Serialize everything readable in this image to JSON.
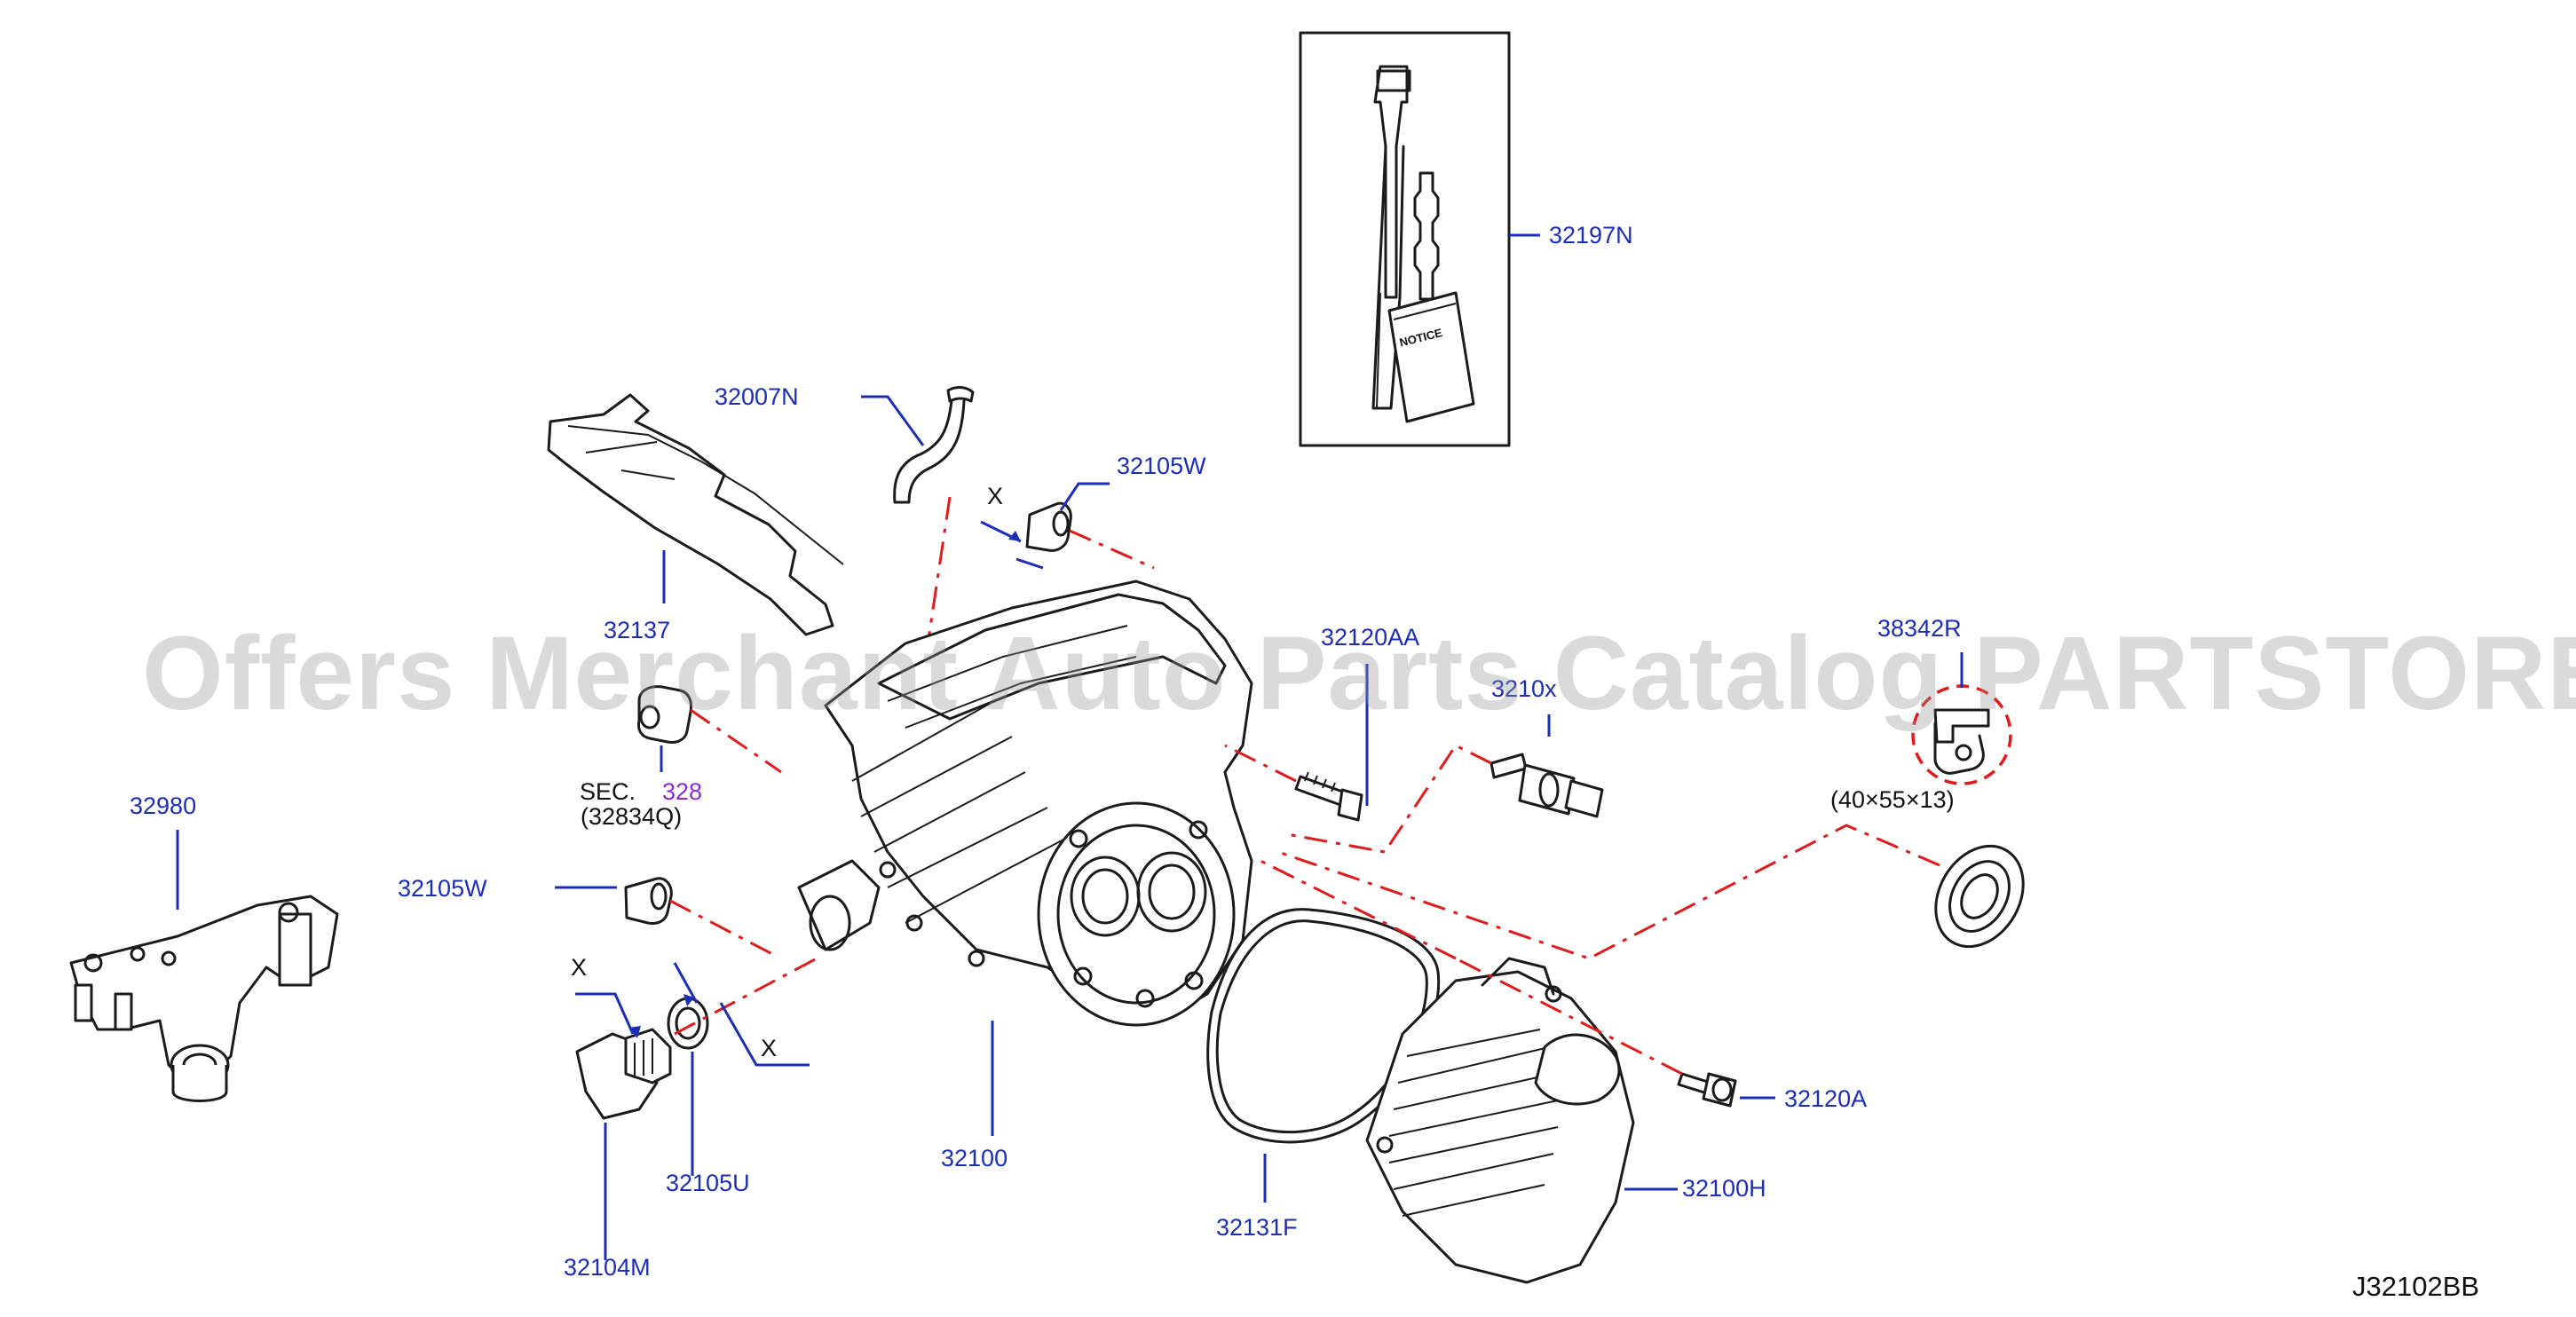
{
  "diagram_code": "J32102BB",
  "watermark": "Offers Merchant Auto Parts Catalog PARTSTORE.SA",
  "colors": {
    "label_blue": "#1c2db8",
    "callout_red": "#e01b1b",
    "section_purple": "#8a2bd6",
    "line_black": "#1b1b1b"
  },
  "parts": {
    "p32197N": "32197N",
    "p32007N": "32007N",
    "p32105W_top": "32105W",
    "p32137": "32137",
    "p32120AA": "32120AA",
    "p3210x": "3210x",
    "p38342R": "38342R",
    "bearing_size": "(40×55×13)",
    "p32980": "32980",
    "p32105W_left": "32105W",
    "p32100": "32100",
    "p32131F": "32131F",
    "p32100H": "32100H",
    "p32120A": "32120A",
    "p32105U": "32105U",
    "p32104M": "32104M"
  },
  "section_ref": {
    "prefix": "SEC.",
    "number": "328",
    "sub": "(32834Q)"
  },
  "markers": {
    "x1": "X",
    "x2": "X",
    "x3": "X"
  },
  "notice_text": "NOTICE"
}
